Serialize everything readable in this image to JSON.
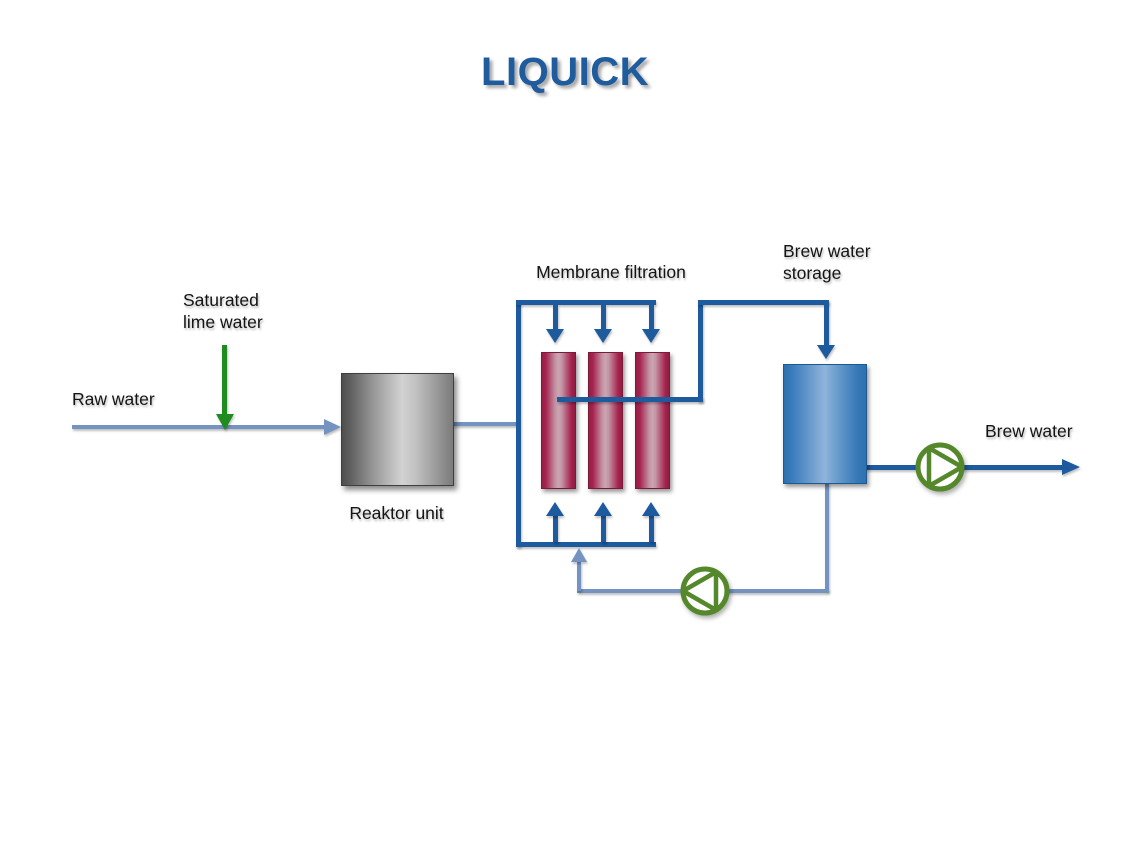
{
  "title": "LIQUICK",
  "nodes": {
    "reactor_label": "Reaktor unit",
    "membrane_label": "Membrane filtration",
    "storage_label": "Brew water\nstorage"
  },
  "streams": {
    "raw_water": "Raw water",
    "saturated_lime_water": "Saturated\nlime water",
    "brew_water": "Brew water"
  },
  "icons": {
    "outlet_pump": "pump-icon",
    "recirculation_pump": "pump-icon"
  },
  "colors": {
    "title_blue": "#1F5C9E",
    "pipe_dark_blue": "#1D5A9E",
    "pipe_light_blue": "#7493C1",
    "lime_green": "#1E8C1E",
    "pump_green": "#55882B",
    "membrane_maroon": "#9E2048",
    "tank_blue": "#2D73B3",
    "reactor_gray": "#8C8C8C",
    "text_black": "#141414"
  }
}
